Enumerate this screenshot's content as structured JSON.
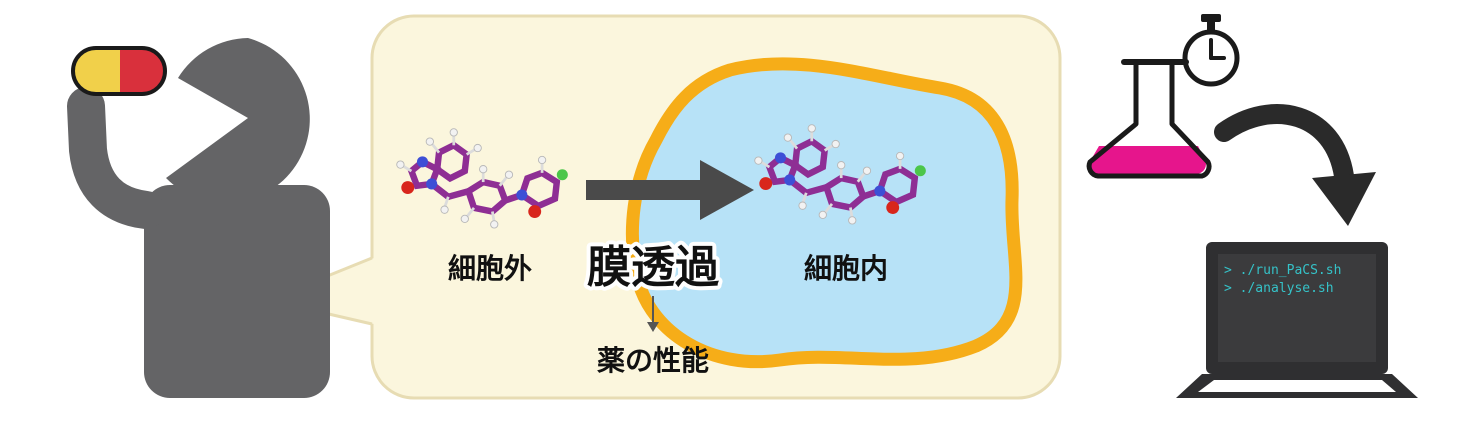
{
  "labels": {
    "outside": "細胞外",
    "permeation": "膜透過",
    "inside": "細胞内",
    "performance": "薬の性能"
  },
  "terminal": {
    "line1": "> ./run_PaCS.sh",
    "line2": "> ./analyse.sh"
  },
  "icons": {
    "person": "person-silhouette-icon",
    "pill": "pill-capsule-icon",
    "molecule": "molecule-icon",
    "flask": "flask-icon",
    "stopwatch": "stopwatch-icon",
    "laptop": "laptop-icon"
  },
  "colors": {
    "person": "#646466",
    "bubble_fill": "#fbf6dd",
    "bubble_stroke": "#e7dcb3",
    "cell_fill": "#b7e2f7",
    "cell_membrane": "#f6ad18",
    "pill_yellow": "#f1d04a",
    "pill_red": "#d9303c",
    "flask_liquid": "#e6158c",
    "molecule": "#8e2e94",
    "terminal_text": "#35c2c8"
  }
}
